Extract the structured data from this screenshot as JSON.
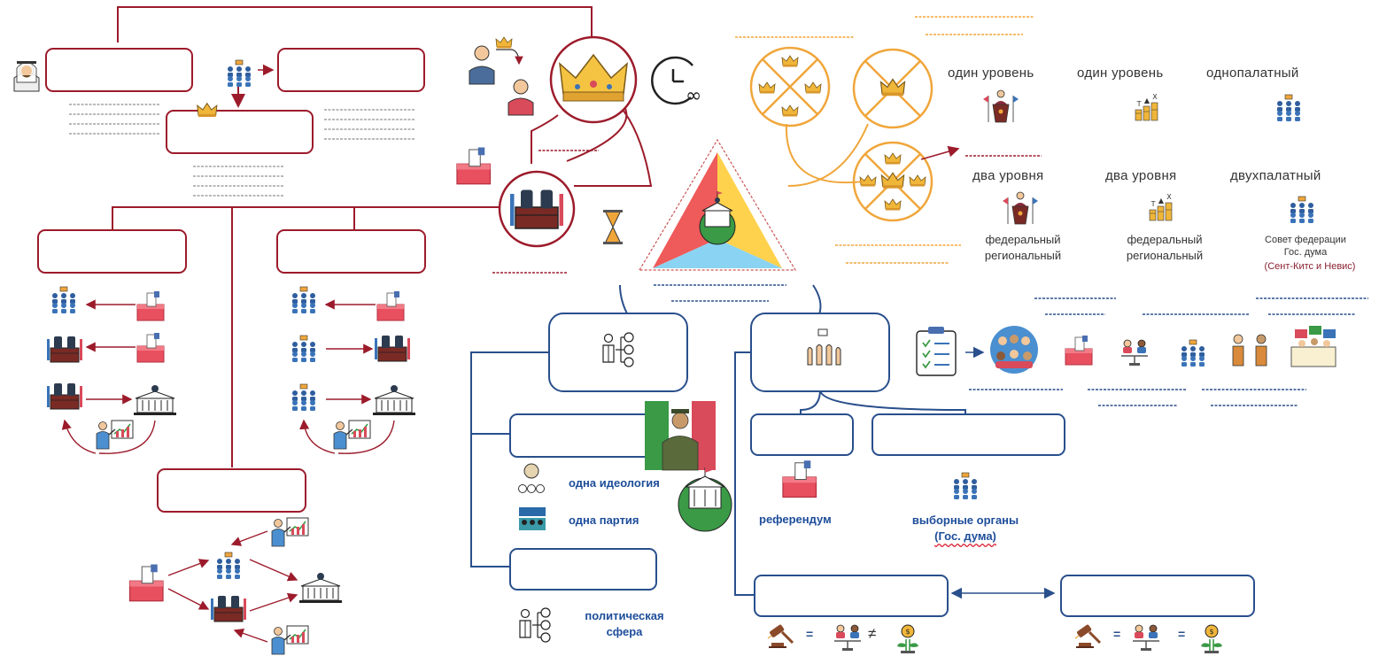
{
  "colors": {
    "dark_red": "#9c1b2b",
    "blue": "#294f8c",
    "orange": "#f0a63a",
    "text": "#333333",
    "blue_text": "#1d4d9a"
  },
  "form_of_government": {
    "columns": [
      {
        "level_one": "один уровень",
        "level_two": "два уровня",
        "detail": [
          "федеральный",
          "региональный"
        ]
      },
      {
        "level_one": "один уровень",
        "level_two": "два уровня",
        "detail": [
          "федеральный",
          "региональный"
        ]
      },
      {
        "level_one": "однопалатный",
        "level_two": "двухпалатный",
        "detail": [
          "Совет федерации",
          "Гос. дума"
        ],
        "example": "(Сент-Китс и Невис)"
      }
    ]
  },
  "totalitarian": {
    "ideology": "одна идеология",
    "party": "одна партия"
  },
  "authoritarian": {
    "sphere": [
      "политическая",
      "сфера"
    ]
  },
  "democratic": {
    "referendum": "референдум",
    "elected_bodies": "выборные органы",
    "duma": "(Гос. дума)"
  },
  "symbols": {
    "equals": "=",
    "not_equals": "≠"
  },
  "icons": [
    "sheikh-icon",
    "crown-icon",
    "crowd-icon",
    "people-transfer-icon",
    "infinity-clock-icon",
    "parliament-icon",
    "ballot-box-icon",
    "hourglass-icon",
    "government-building-icon",
    "presenter-chart-icon",
    "hierarchy-icon",
    "raised-hands-icon",
    "checklist-icon",
    "scales-icon",
    "gavel-icon",
    "coins-icon",
    "soldier-icon",
    "podium-icon",
    "delegates-icon"
  ]
}
